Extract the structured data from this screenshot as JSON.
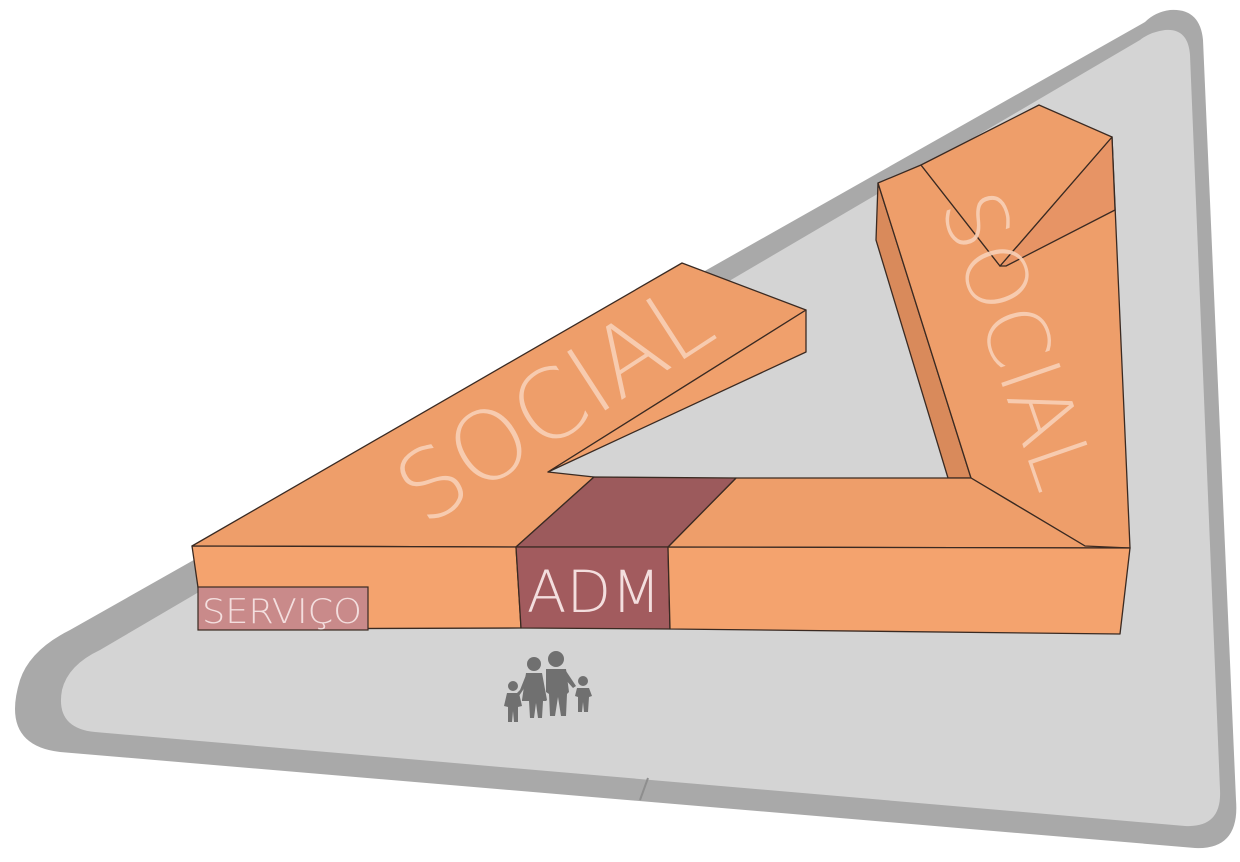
{
  "diagram": {
    "zones": {
      "social_left": "SOCIAL",
      "social_right": "SOCIAL",
      "adm": "ADM",
      "servico": "SERVIÇO"
    },
    "icons": {
      "family": "family-pedestrians-icon"
    },
    "colors": {
      "site_outer": "#a9a9a9",
      "site_inner": "#d4d4d4",
      "block_top": "#ee9e6a",
      "block_front": "#f4a36e",
      "block_side": "#d98a5b",
      "adm_top": "#9c5a5c",
      "adm_front": "#a25b5e",
      "servico_box": "#c98a8a",
      "label_light": "#f7cfb7",
      "servico_text": "#f3dede",
      "outline": "#3a2a22",
      "figure": "#707070"
    }
  }
}
